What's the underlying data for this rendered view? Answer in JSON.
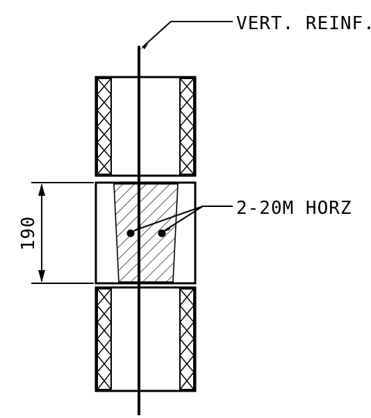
{
  "labels": {
    "vertical_reinforcement": "VERT. REINF.",
    "horizontal_reinforcement": "2-20M HORZ",
    "dimension": "190"
  },
  "colors": {
    "line": "#000000",
    "background": "#ffffff"
  }
}
